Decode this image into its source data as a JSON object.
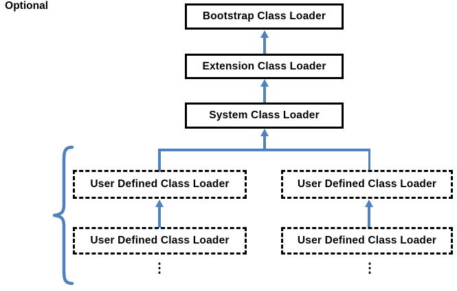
{
  "diagram": {
    "background": "#ffffff",
    "colors": {
      "accent_blue": "#4F81BD",
      "box_border": "#000000",
      "text": "#000000"
    },
    "hierarchy_boxes": [
      {
        "label": "Bootstrap Class Loader"
      },
      {
        "label": "Extension Class Loader"
      },
      {
        "label": "System Class Loader"
      }
    ],
    "user_defined_boxes": [
      {
        "position": "left-top",
        "label": "User Defined Class Loader"
      },
      {
        "position": "right-top",
        "label": "User Defined Class Loader"
      },
      {
        "position": "left-bottom",
        "label": "User Defined Class Loader"
      },
      {
        "position": "right-bottom",
        "label": "User Defined Class Loader"
      }
    ],
    "optional_label": "Optional",
    "ellipsis_glyph": "⋮",
    "arrow_direction": "up"
  }
}
